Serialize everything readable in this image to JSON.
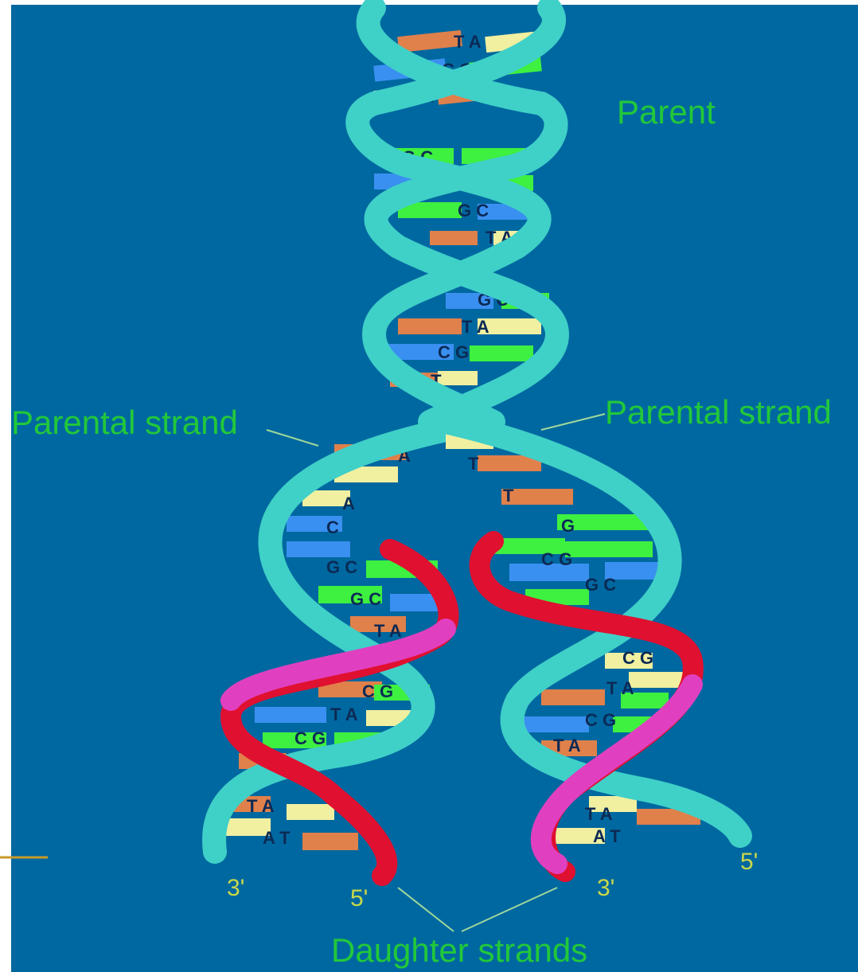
{
  "labels": {
    "parent": "Parent",
    "parental_strand_left": "Parental strand",
    "parental_strand_right": "Parental strand",
    "daughter_strands": "Daughter strands",
    "end_3_left": "3'",
    "end_5_left": "5'",
    "end_3_right": "3'",
    "end_5_right": "5'"
  },
  "colors": {
    "background": "#0068a0",
    "parent_backbone": "#3fd0c8",
    "daughter_backbone_red": "#e01030",
    "daughter_backbone_pink": "#e040c0",
    "base_orange": "#e0804a",
    "base_green": "#3ef040",
    "base_blue": "#3a90f0",
    "base_yellow": "#f0f0a0",
    "label_green": "#22c83a",
    "accent_line": "#c89a2a"
  }
}
